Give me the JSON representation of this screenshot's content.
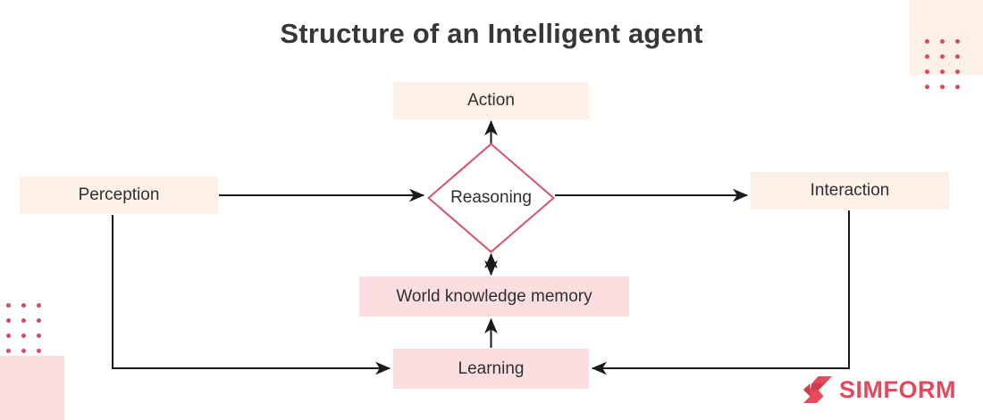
{
  "title": "Structure of an Intelligent agent",
  "colors": {
    "cream": "#fdf1e7",
    "pink": "#fbdfe0",
    "accent_red": "#d94a5e",
    "diamond_stroke": "#d6536b",
    "line": "#1a1a1a",
    "title_text": "#37373a",
    "node_text": "#2f2f33",
    "logo": "#e4495c",
    "background": "#ffffff"
  },
  "nodes": {
    "action": {
      "label": "Action",
      "shape": "rect",
      "fill": "cream"
    },
    "perception": {
      "label": "Perception",
      "shape": "rect",
      "fill": "cream"
    },
    "reasoning": {
      "label": "Reasoning",
      "shape": "diamond",
      "fill": "white"
    },
    "interaction": {
      "label": "Interaction",
      "shape": "rect",
      "fill": "cream"
    },
    "world_knowledge": {
      "label": "World knowledge memory",
      "shape": "rect",
      "fill": "pink"
    },
    "learning": {
      "label": "Learning",
      "shape": "rect",
      "fill": "pink"
    }
  },
  "edges": [
    {
      "from": "perception",
      "to": "reasoning",
      "direction": "one-way"
    },
    {
      "from": "reasoning",
      "to": "action",
      "direction": "one-way"
    },
    {
      "from": "reasoning",
      "to": "interaction",
      "direction": "one-way"
    },
    {
      "from": "reasoning",
      "to": "world_knowledge",
      "direction": "two-way"
    },
    {
      "from": "learning",
      "to": "world_knowledge",
      "direction": "one-way"
    },
    {
      "from": "perception",
      "to": "learning",
      "direction": "one-way"
    },
    {
      "from": "interaction",
      "to": "learning",
      "direction": "one-way"
    }
  ],
  "branding": {
    "name": "SIMFORM",
    "mark": "simform-diamond-logo-icon"
  },
  "decorations": {
    "top_right_block": "cream-square",
    "top_right_dots": "red-dot-grid",
    "bottom_left_block": "pink-square",
    "bottom_left_dots": "red-dot-grid"
  }
}
